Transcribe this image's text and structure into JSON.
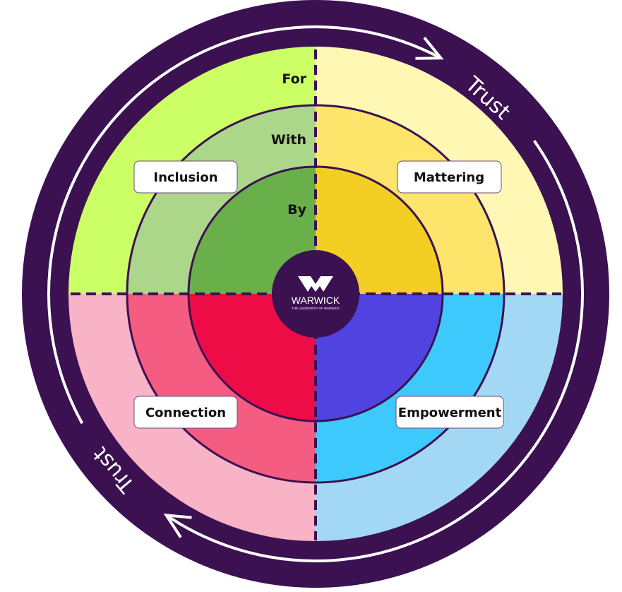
{
  "levels": {
    "outer": "For",
    "middle": "With",
    "inner": "By"
  },
  "quadrants": [
    {
      "label": "Inclusion",
      "colors": [
        "#ccff66",
        "#acd68a",
        "#6ab04a"
      ]
    },
    {
      "label": "Mattering",
      "colors": [
        "#fff8b5",
        "#fde46b",
        "#f2cf22"
      ]
    },
    {
      "label": "Connection",
      "colors": [
        "#f8b3c6",
        "#f45c82",
        "#ee0c47"
      ]
    },
    {
      "label": "Empowerment",
      "colors": [
        "#a3d8f5",
        "#3ec9fc",
        "#5043e0"
      ]
    }
  ],
  "ring_text_top": "Trust",
  "ring_text_bottom": "Trust",
  "logo": {
    "name": "WARWICK",
    "subtitle": "THE UNIVERSITY OF WARWICK"
  },
  "colors": {
    "purple": "#3b1152",
    "white": "#ffffff"
  }
}
